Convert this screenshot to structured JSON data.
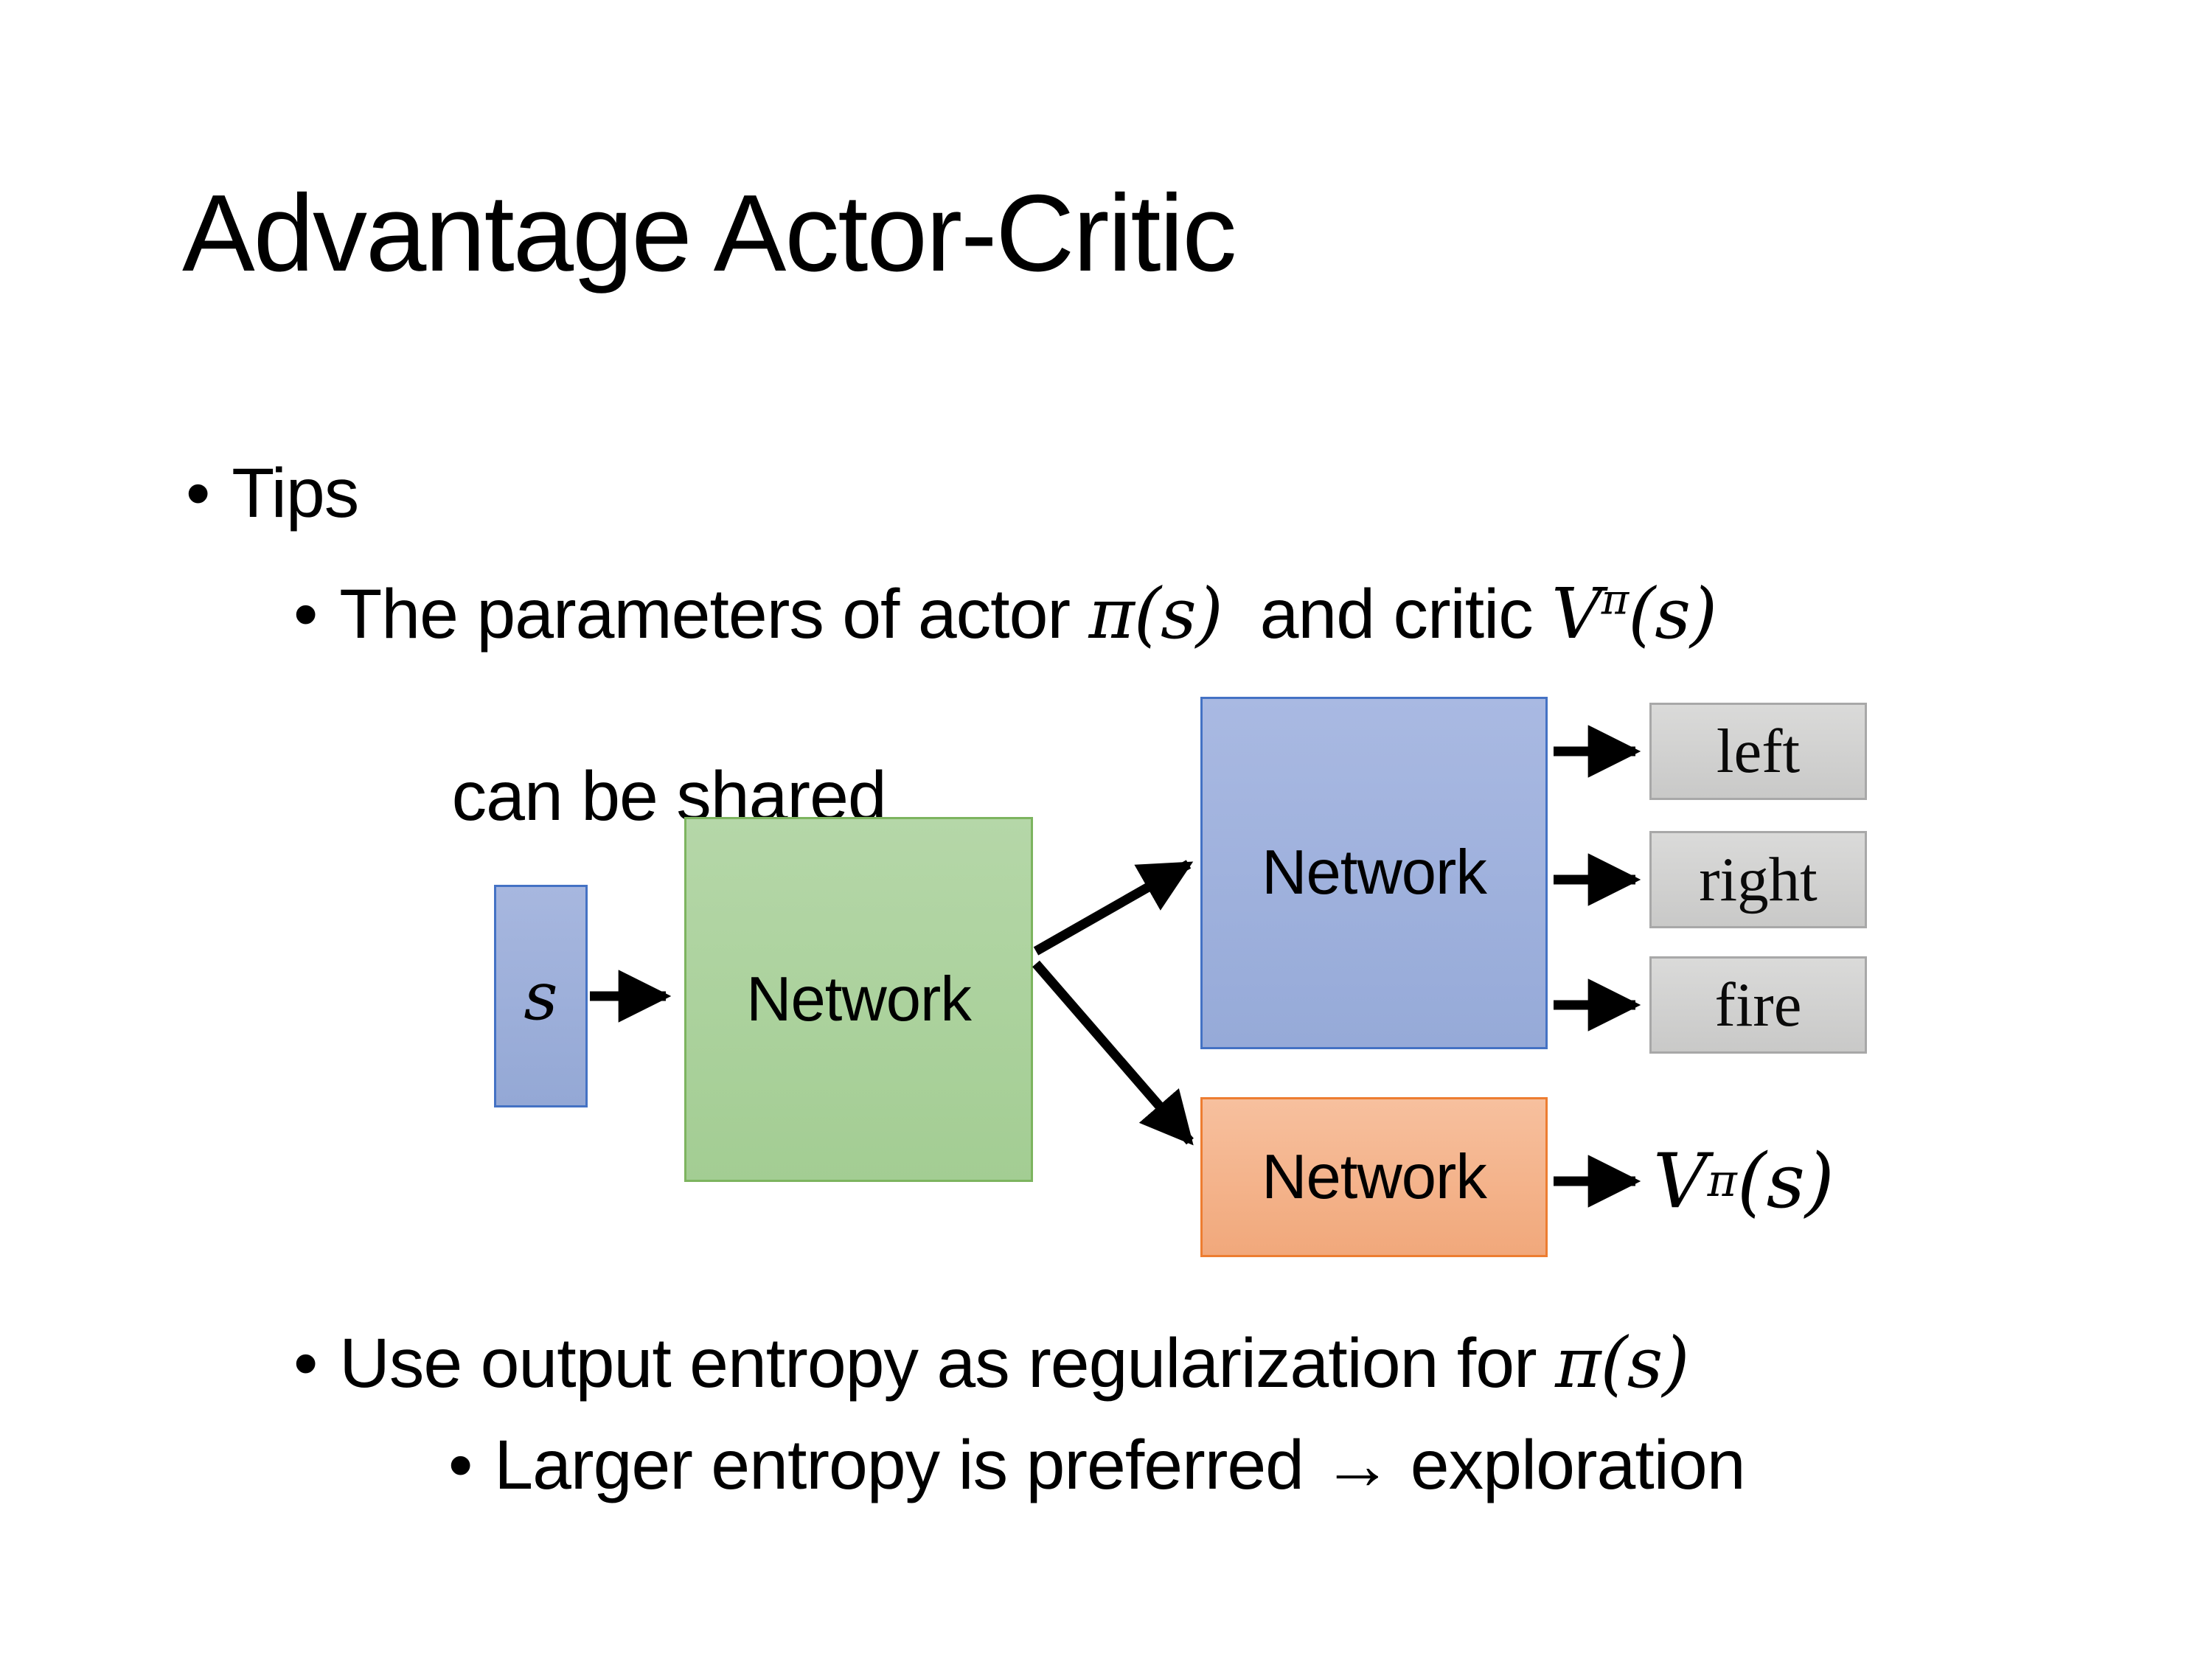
{
  "slide": {
    "bullet_char": "•",
    "title": "Advantage Actor-Critic",
    "tips_label": "Tips",
    "tip_shared": {
      "prefix": "The parameters of actor ",
      "actor_math": "π(s)",
      "middle": "  and critic ",
      "critic_base": "V",
      "critic_sup": "π",
      "critic_arg": "(s)",
      "line2": "can be shared"
    },
    "tip_entropy": {
      "prefix": "Use output entropy as regularization for ",
      "math": "π(s)"
    },
    "tip_exploration": "Larger entropy is preferred → exploration"
  },
  "diagram": {
    "input_label": "s",
    "shared_network_label": "Network",
    "actor_network_label": "Network",
    "critic_network_label": "Network",
    "actions": [
      "left",
      "right",
      "fire"
    ],
    "critic_output": {
      "base": "V",
      "sup": "π",
      "arg": "(s)"
    },
    "colors": {
      "input_fill": "#9aacd8",
      "input_border": "#4472c4",
      "shared_fill": "#aed3a0",
      "shared_border": "#7db45f",
      "actor_fill": "#9fb1dc",
      "actor_border": "#4472c4",
      "critic_fill": "#f5b68f",
      "critic_border": "#ed7d31",
      "action_fill": "#d2d2d1",
      "action_border": "#a8a8a8",
      "arrow": "#000000"
    }
  }
}
